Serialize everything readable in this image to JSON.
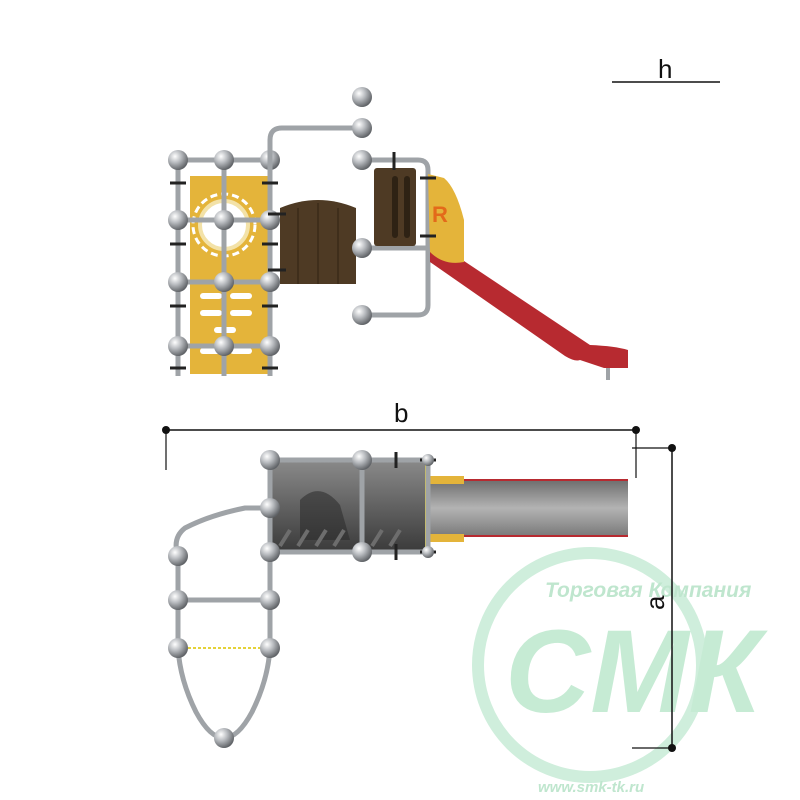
{
  "dimensions": {
    "height_label": "h",
    "width_label": "b",
    "depth_label": "a"
  },
  "side_view": {
    "slide_logo_text": "R"
  },
  "watermark": {
    "company_line": "Торговая Компания",
    "logo": "СМК",
    "url": "www.smk-tk.ru"
  },
  "colors": {
    "panel_yellow": "#E4B43A",
    "panel_brown": "#4E3A24",
    "slide_red": "#B72A30",
    "pipe_grey": "#A5A8AC",
    "watermark_green": "#BFE6CE",
    "dimension_line": "#111111"
  }
}
